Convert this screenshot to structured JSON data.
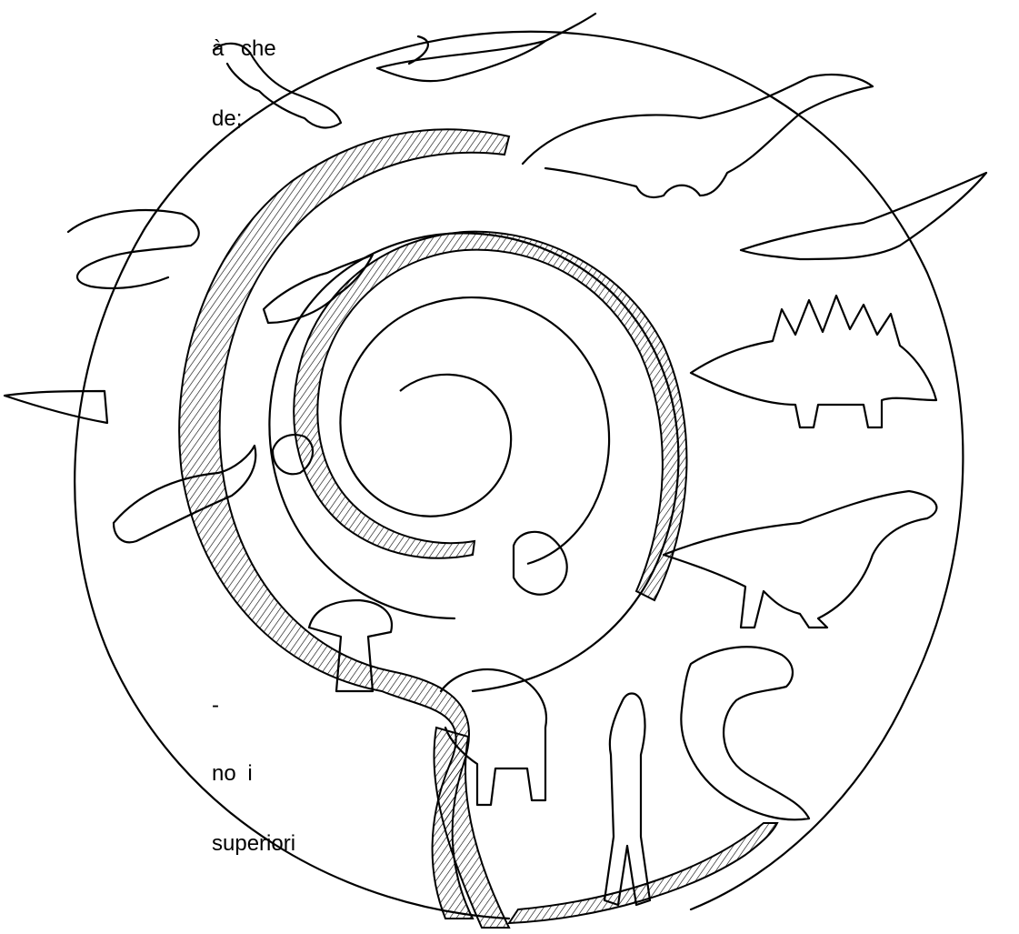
{
  "text_fragments": {
    "line1": "à che",
    "line2": "de;",
    "line3": "-",
    "line4": "no i",
    "line5": "superiori"
  }
}
